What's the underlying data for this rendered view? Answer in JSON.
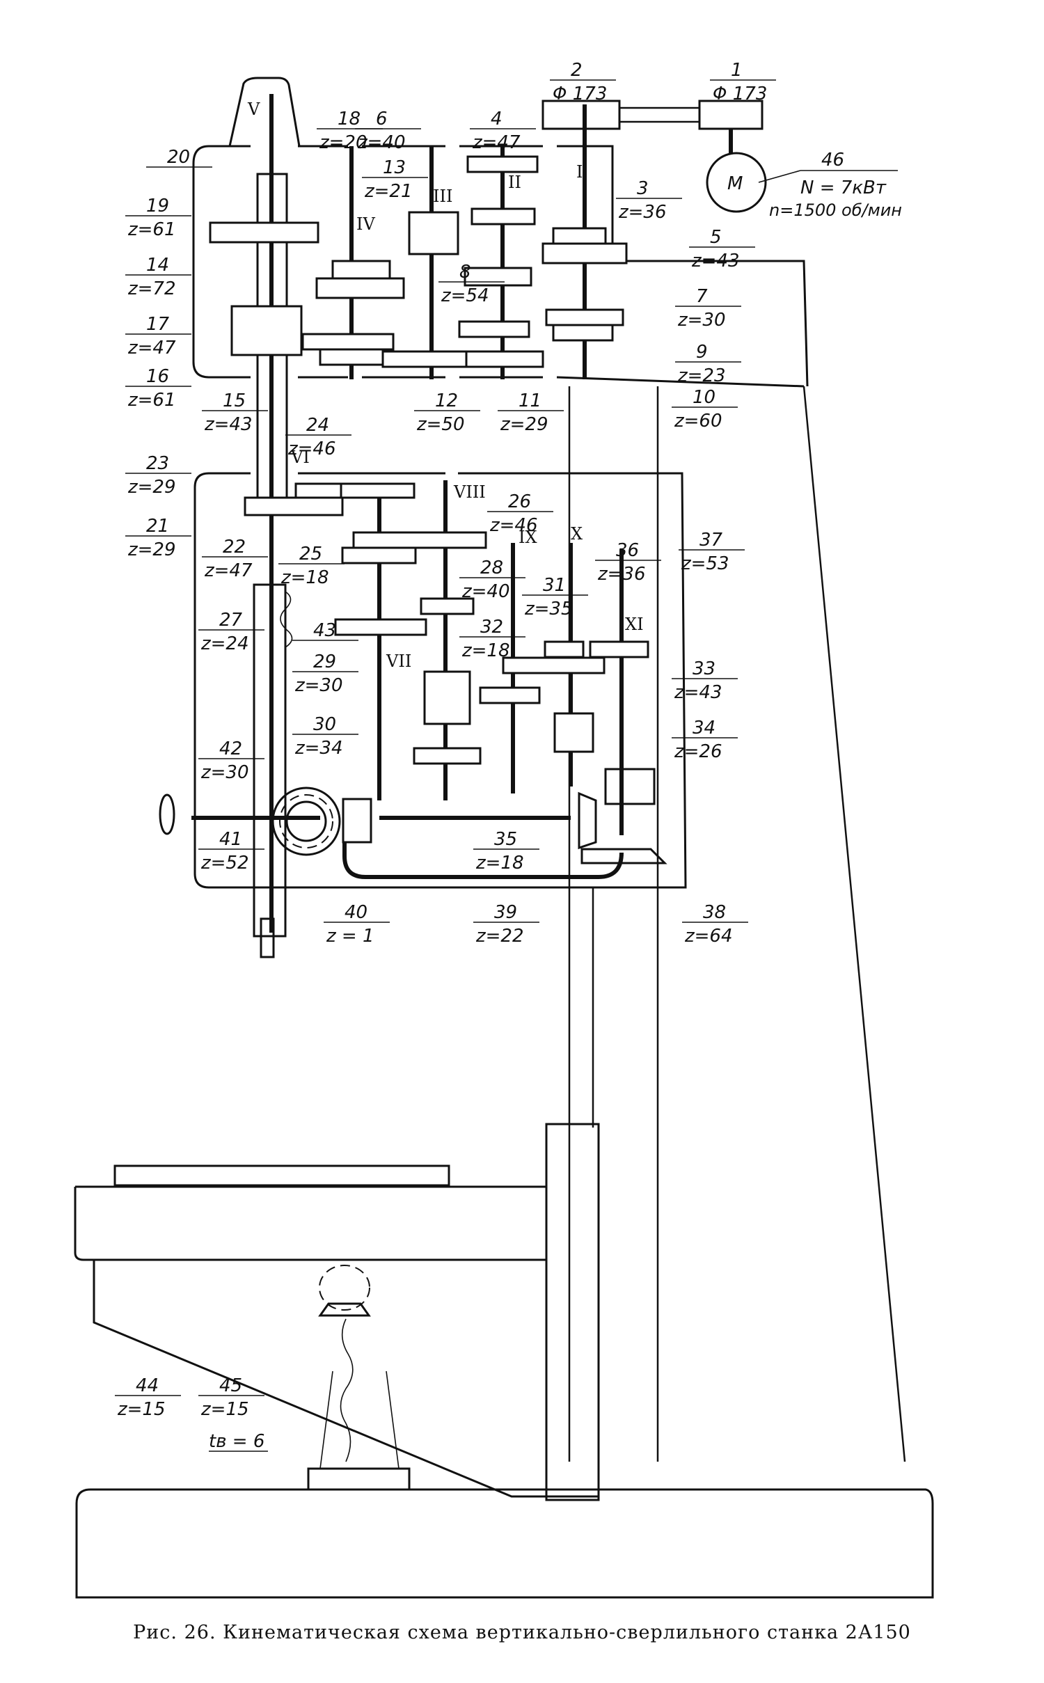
{
  "caption": "Рис. 26. Кинематическая схема вертикально-сверлильного станка 2А150",
  "motor": {
    "symbol": "M",
    "number": "46",
    "power": "N = 7кВт",
    "speed": "n=1500 об/мин"
  },
  "shafts": [
    "I",
    "II",
    "III",
    "IV",
    "V",
    "VI",
    "VII",
    "VIII",
    "IX",
    "X",
    "XI"
  ],
  "parts": [
    {
      "n": "1",
      "spec": "Φ 173"
    },
    {
      "n": "2",
      "spec": "Φ 173"
    },
    {
      "n": "3",
      "spec": "z=36"
    },
    {
      "n": "4",
      "spec": "z=47"
    },
    {
      "n": "5",
      "spec": "z=43"
    },
    {
      "n": "6",
      "spec": "z=40"
    },
    {
      "n": "7",
      "spec": "z=30"
    },
    {
      "n": "8",
      "spec": "z=54"
    },
    {
      "n": "9",
      "spec": "z=23"
    },
    {
      "n": "10",
      "spec": "z=60"
    },
    {
      "n": "11",
      "spec": "z=29"
    },
    {
      "n": "12",
      "spec": "z=50"
    },
    {
      "n": "13",
      "spec": "z=21"
    },
    {
      "n": "14",
      "spec": "z=72"
    },
    {
      "n": "15",
      "spec": "z=43"
    },
    {
      "n": "16",
      "spec": "z=61"
    },
    {
      "n": "17",
      "spec": "z=47"
    },
    {
      "n": "18",
      "spec": "z=20"
    },
    {
      "n": "19",
      "spec": "z=61"
    },
    {
      "n": "20",
      "spec": ""
    },
    {
      "n": "21",
      "spec": "z=29"
    },
    {
      "n": "22",
      "spec": "z=47"
    },
    {
      "n": "23",
      "spec": "z=29"
    },
    {
      "n": "24",
      "spec": "z=46"
    },
    {
      "n": "25",
      "spec": "z=18"
    },
    {
      "n": "26",
      "spec": "z=46"
    },
    {
      "n": "27",
      "spec": "z=24"
    },
    {
      "n": "28",
      "spec": "z=40"
    },
    {
      "n": "29",
      "spec": "z=30"
    },
    {
      "n": "30",
      "spec": "z=34"
    },
    {
      "n": "31",
      "spec": "z=35"
    },
    {
      "n": "32",
      "spec": "z=18"
    },
    {
      "n": "33",
      "spec": "z=43"
    },
    {
      "n": "34",
      "spec": "z=26"
    },
    {
      "n": "35",
      "spec": "z=18"
    },
    {
      "n": "36",
      "spec": "z=36"
    },
    {
      "n": "37",
      "spec": "z=53"
    },
    {
      "n": "38",
      "spec": "z=64"
    },
    {
      "n": "39",
      "spec": "z=22"
    },
    {
      "n": "40",
      "spec": "z = 1"
    },
    {
      "n": "41",
      "spec": "z=52"
    },
    {
      "n": "42",
      "spec": "z=30"
    },
    {
      "n": "43",
      "spec": ""
    },
    {
      "n": "44",
      "spec": "z=15"
    },
    {
      "n": "45",
      "spec": "z=15"
    },
    {
      "n": "tв",
      "spec": "tв = 6"
    }
  ]
}
